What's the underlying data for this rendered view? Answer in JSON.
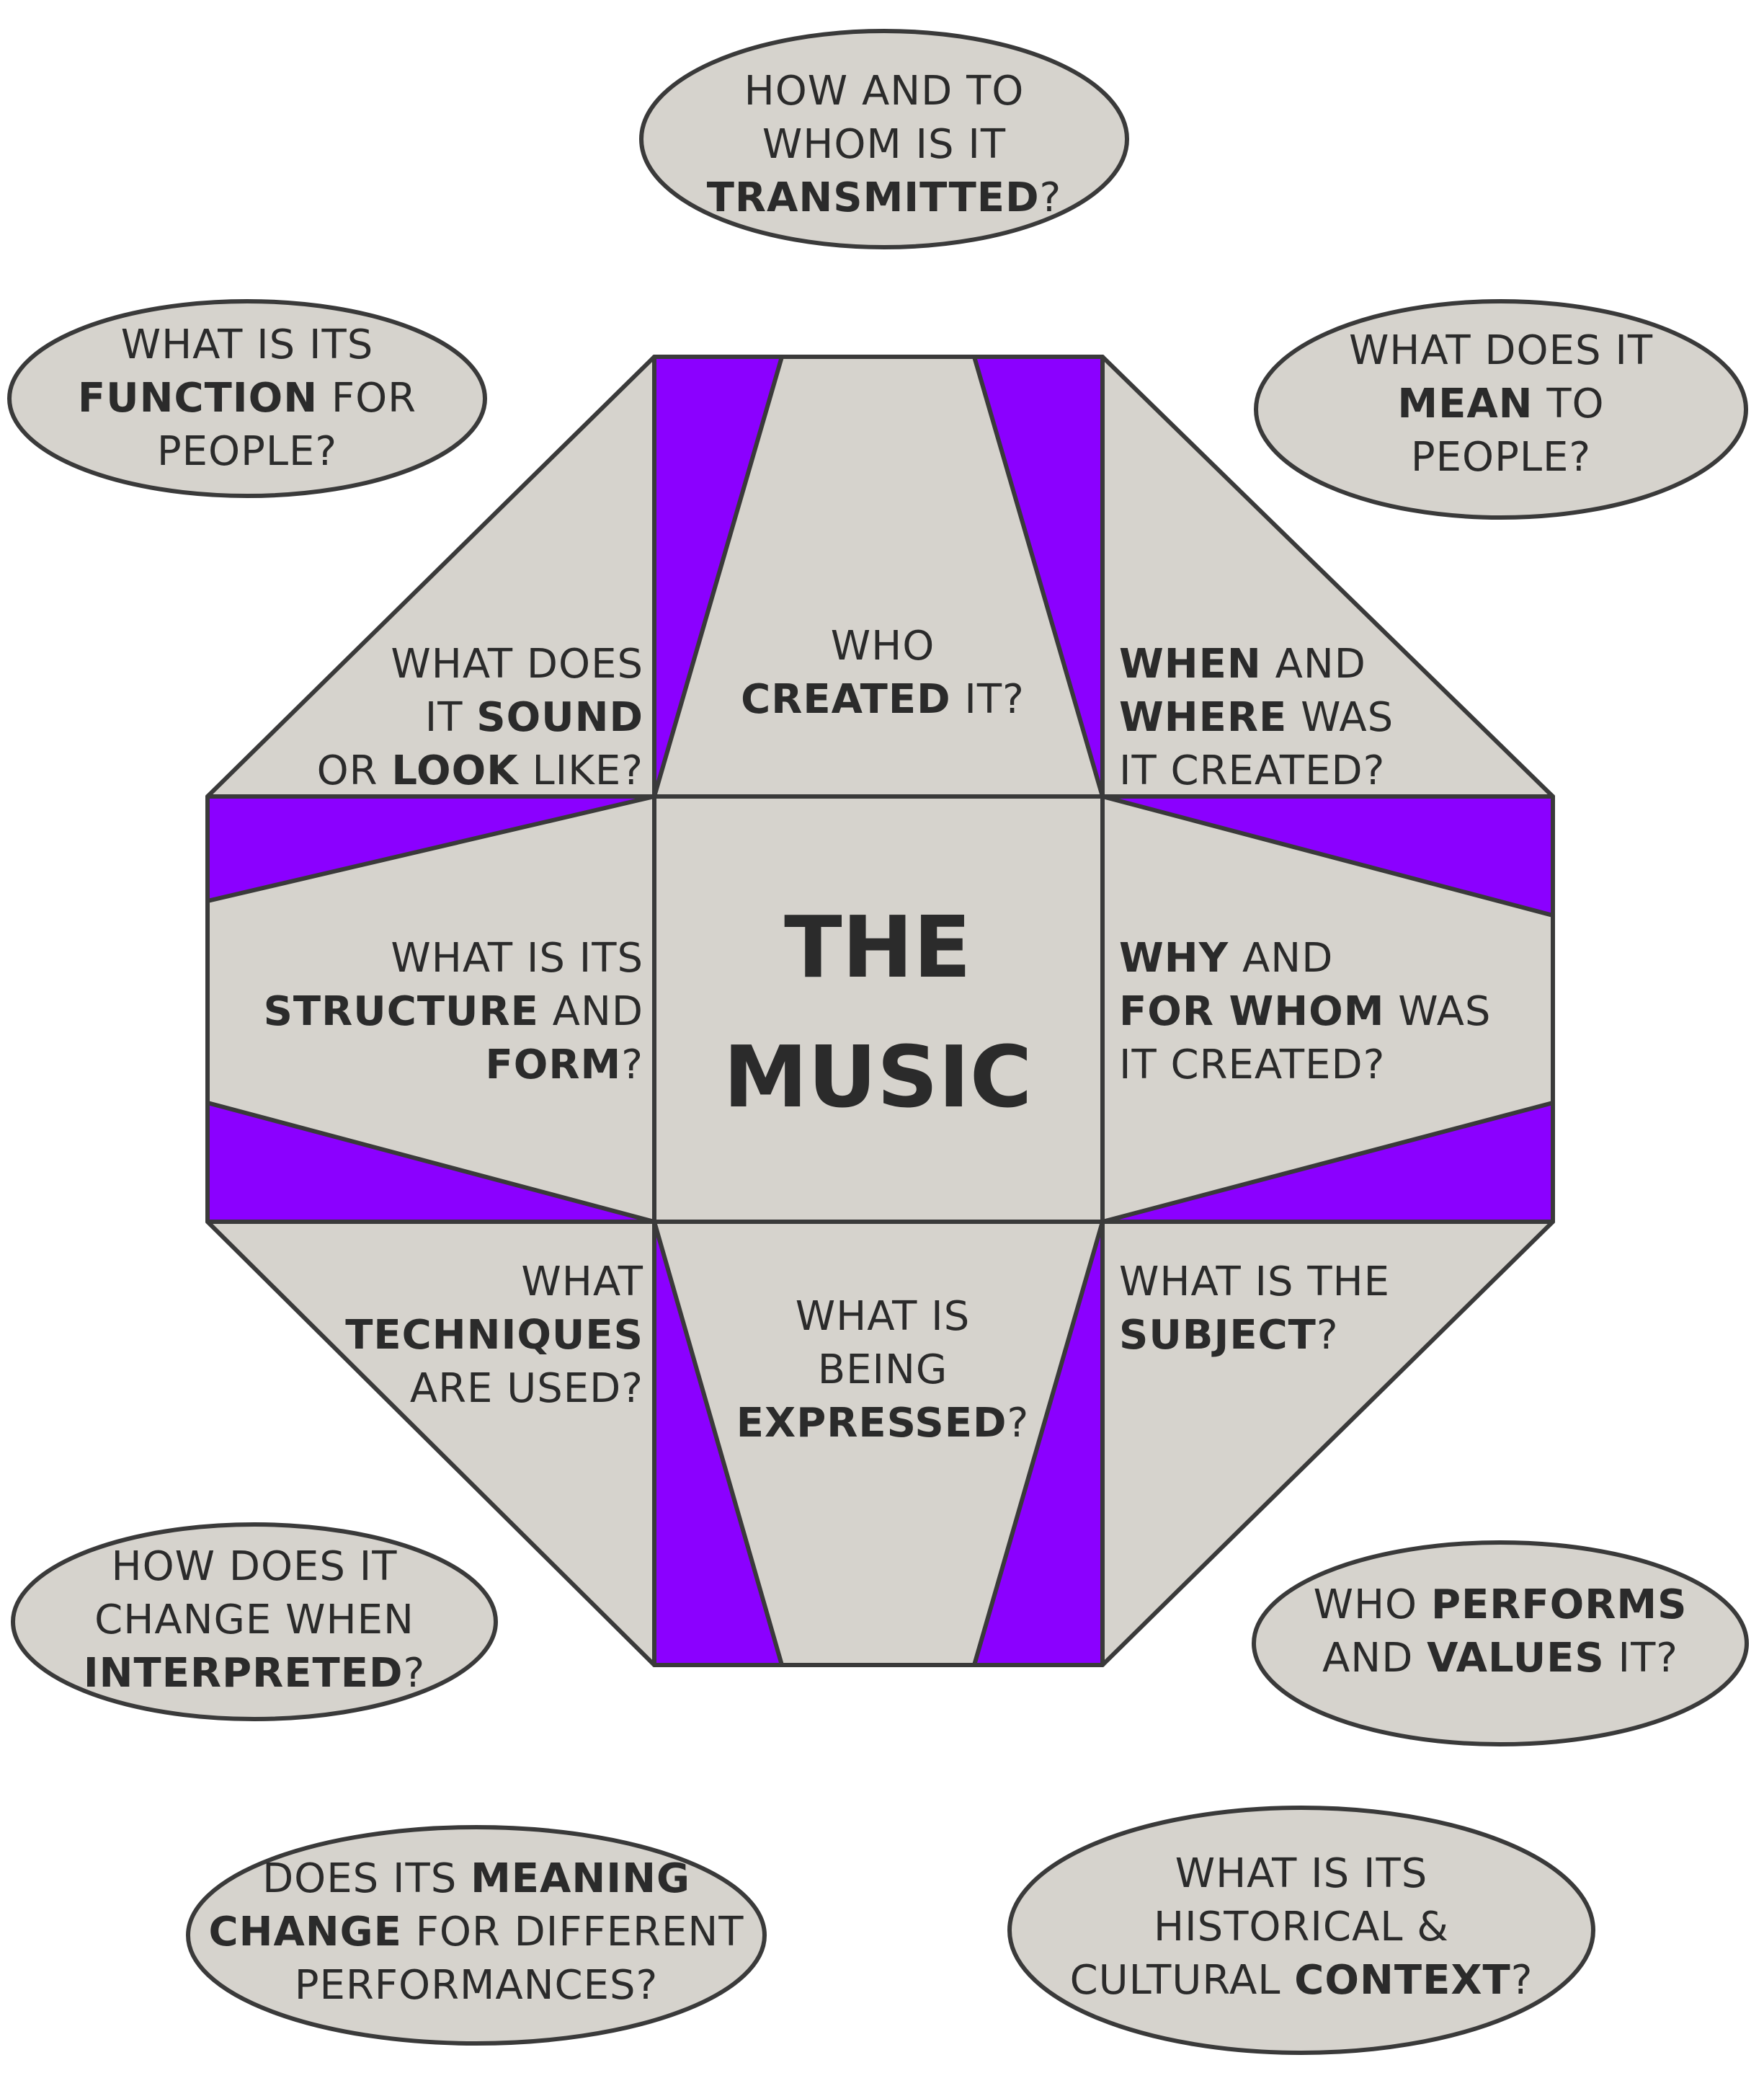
{
  "center": {
    "line1": "THE",
    "line2": "MUSIC"
  },
  "inner": {
    "top": {
      "lines": [
        [
          [
            "WHO",
            false
          ]
        ],
        [
          [
            "CREATED",
            true
          ],
          [
            " IT?",
            false
          ]
        ]
      ]
    },
    "top_left": {
      "lines": [
        [
          [
            "WHAT DOES",
            false
          ]
        ],
        [
          [
            "IT ",
            false
          ],
          [
            "SOUND",
            true
          ]
        ],
        [
          [
            "OR ",
            false
          ],
          [
            "LOOK",
            true
          ],
          [
            " LIKE?",
            false
          ]
        ]
      ]
    },
    "top_right": {
      "lines": [
        [
          [
            "WHEN",
            true
          ],
          [
            " AND",
            false
          ]
        ],
        [
          [
            "WHERE",
            true
          ],
          [
            " WAS",
            false
          ]
        ],
        [
          [
            "IT CREATED?",
            false
          ]
        ]
      ]
    },
    "left": {
      "lines": [
        [
          [
            "WHAT IS ITS",
            false
          ]
        ],
        [
          [
            "STRUCTURE",
            true
          ],
          [
            " AND",
            false
          ]
        ],
        [
          [
            "FORM",
            true
          ],
          [
            "?",
            false
          ]
        ]
      ]
    },
    "right": {
      "lines": [
        [
          [
            "WHY",
            true
          ],
          [
            " AND",
            false
          ]
        ],
        [
          [
            "FOR WHOM",
            true
          ],
          [
            " WAS",
            false
          ]
        ],
        [
          [
            "IT CREATED?",
            false
          ]
        ]
      ]
    },
    "bottom_left": {
      "lines": [
        [
          [
            "WHAT",
            false
          ]
        ],
        [
          [
            "TECHNIQUES",
            true
          ]
        ],
        [
          [
            "ARE USED?",
            false
          ]
        ]
      ]
    },
    "bottom": {
      "lines": [
        [
          [
            "WHAT IS",
            false
          ]
        ],
        [
          [
            "BEING",
            false
          ]
        ],
        [
          [
            "EXPRESSED",
            true
          ],
          [
            "?",
            false
          ]
        ]
      ]
    },
    "bottom_right": {
      "lines": [
        [
          [
            "WHAT IS THE",
            false
          ]
        ],
        [
          [
            "SUBJECT",
            true
          ],
          [
            "?",
            false
          ]
        ]
      ]
    }
  },
  "ovals": {
    "transmitted": {
      "lines": [
        [
          [
            "HOW AND TO",
            false
          ]
        ],
        [
          [
            "WHOM IS IT",
            false
          ]
        ],
        [
          [
            "TRANSMITTED",
            true
          ],
          [
            "?",
            false
          ]
        ]
      ]
    },
    "function": {
      "lines": [
        [
          [
            "WHAT IS ITS",
            false
          ]
        ],
        [
          [
            "FUNCTION",
            true
          ],
          [
            " FOR",
            false
          ]
        ],
        [
          [
            "PEOPLE?",
            false
          ]
        ]
      ]
    },
    "mean": {
      "lines": [
        [
          [
            "WHAT DOES IT",
            false
          ]
        ],
        [
          [
            "MEAN",
            true
          ],
          [
            " TO",
            false
          ]
        ],
        [
          [
            "PEOPLE?",
            false
          ]
        ]
      ]
    },
    "interpreted": {
      "lines": [
        [
          [
            "HOW DOES IT",
            false
          ]
        ],
        [
          [
            "CHANGE WHEN",
            false
          ]
        ],
        [
          [
            "INTERPRETED",
            true
          ],
          [
            "?",
            false
          ]
        ]
      ]
    },
    "performs": {
      "lines": [
        [
          [
            "WHO ",
            false
          ],
          [
            "PERFORMS",
            true
          ]
        ],
        [
          [
            "AND ",
            false
          ],
          [
            "VALUES",
            true
          ],
          [
            " IT?",
            false
          ]
        ]
      ]
    },
    "meaning": {
      "lines": [
        [
          [
            "DOES ITS ",
            false
          ],
          [
            "MEANING",
            true
          ]
        ],
        [
          [
            "CHANGE",
            true
          ],
          [
            " FOR DIFFERENT",
            false
          ]
        ],
        [
          [
            "PERFORMANCES?",
            false
          ]
        ]
      ]
    },
    "context": {
      "lines": [
        [
          [
            "WHAT IS ITS",
            false
          ]
        ],
        [
          [
            "HISTORICAL &",
            false
          ]
        ],
        [
          [
            "CULTURAL ",
            false
          ],
          [
            "CONTEXT",
            true
          ],
          [
            "?",
            false
          ]
        ]
      ]
    }
  },
  "colors": {
    "panel": "#d6d3cd",
    "accent": "#8b00ff",
    "stroke": "#3a3a3a",
    "oval": "#d6d3cd"
  }
}
